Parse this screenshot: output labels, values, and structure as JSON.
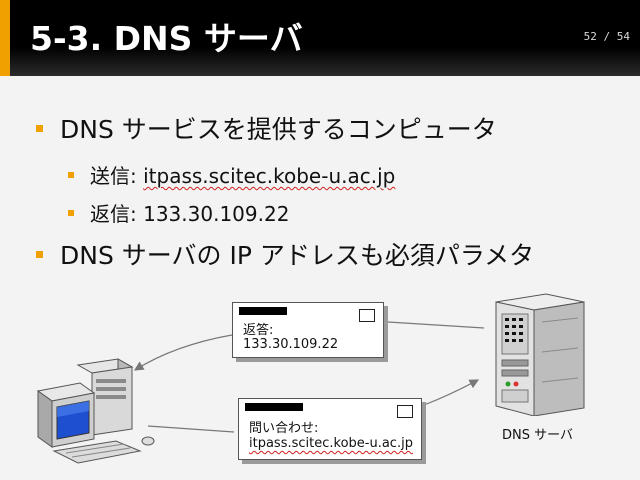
{
  "slide": {
    "title": "5-3. DNS サーバ",
    "page_number": "52 / 54"
  },
  "bullets": {
    "main1": "DNS サービスを提供するコンピュータ",
    "send_label": "送信: ",
    "send_value": "itpass.scitec.kobe-u.ac.jp",
    "reply_label": "返信: ",
    "reply_value": "133.30.109.22",
    "main2": "DNS サーバの IP アドレスも必須パラメタ"
  },
  "diagram": {
    "reply_card": {
      "line1": "返答:",
      "line2": "133.30.109.22"
    },
    "query_card": {
      "line1": "問い合わせ:",
      "line2": "itpass.scitec.kobe-u.ac.jp"
    },
    "server_label": "DNS サーバ"
  },
  "colors": {
    "accent": "#f0a000",
    "header": "#000000",
    "background": "#f3f3f3"
  }
}
